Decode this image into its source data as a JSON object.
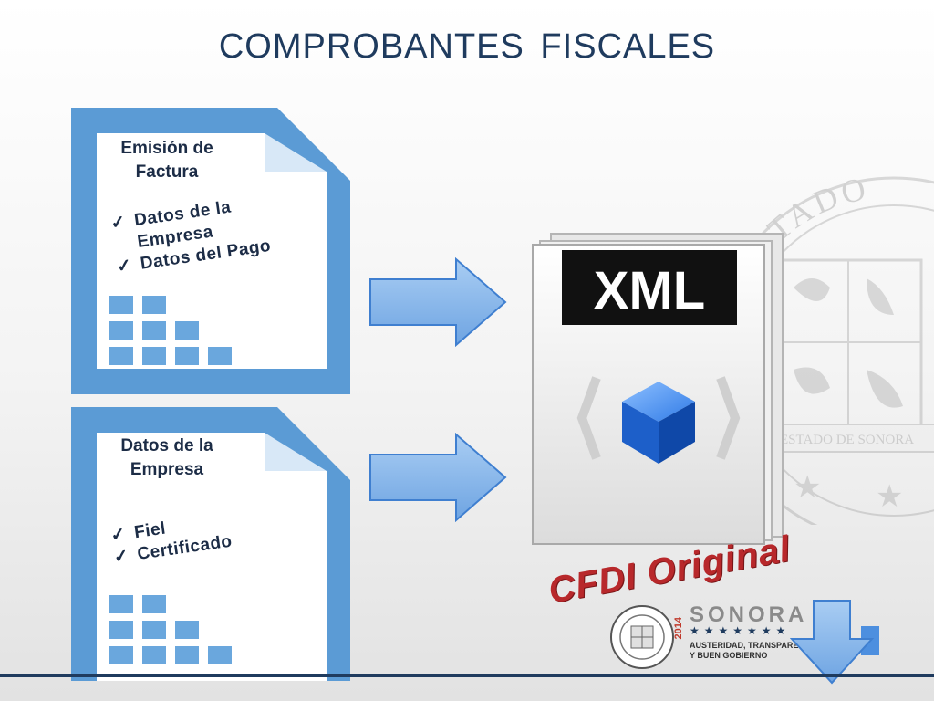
{
  "title": "COMPROBANTES  FISCALES",
  "doc1": {
    "title_line1": "Emisión de",
    "title_line2": "Factura",
    "items": [
      "Datos de la Empresa",
      "Datos del Pago"
    ]
  },
  "doc2": {
    "title_line1": "Datos de la",
    "title_line2": "Empresa",
    "items": [
      "Fiel",
      "Certificado"
    ]
  },
  "check_mark": "✓",
  "xml": {
    "badge": "XML"
  },
  "result_label": "CFDI Original",
  "logo": {
    "name": "SONORA",
    "stars": "★★★★★★★",
    "year": "2014",
    "tagline1": "AUSTERIDAD, TRANSPARENCIA",
    "tagline2": "Y BUEN GOBIERNO"
  },
  "watermark": {
    "arc_text": "DEL ESTADO",
    "band_text": "ESTADO DE SONORA"
  },
  "colors": {
    "title": "#1f3b5e",
    "doc_frame": "#5b9bd5",
    "doc_block": "#6aa7dd",
    "arrow": "#7fb2ea",
    "xml_bar": "#111111",
    "cube": "#1f67d6",
    "cfdi": "#b8282b"
  }
}
